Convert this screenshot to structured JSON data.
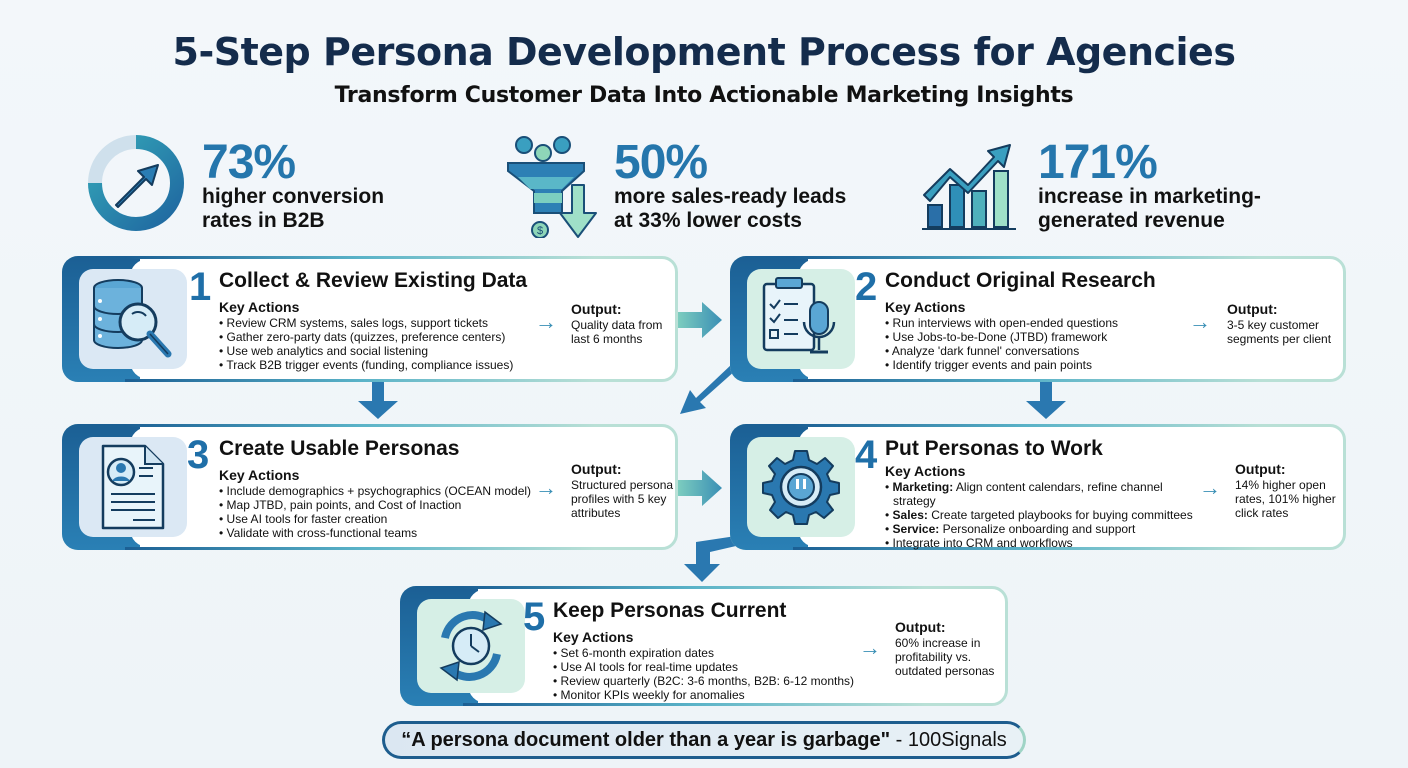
{
  "header": {
    "title": "5-Step Persona Development Process for Agencies",
    "subtitle": "Transform Customer Data Into Actionable Marketing Insights"
  },
  "stats": [
    {
      "icon": "donut-arrow-icon",
      "value": "73%",
      "line1": "higher conversion",
      "line2": "rates in B2B"
    },
    {
      "icon": "funnel-icon",
      "value": "50%",
      "line1": "more sales-ready leads",
      "line2": "at 33% lower costs"
    },
    {
      "icon": "growth-chart-icon",
      "value": "171%",
      "line1": "increase in marketing-",
      "line2": "generated revenue"
    }
  ],
  "steps": [
    {
      "number": "1",
      "title": "Collect & Review Existing Data",
      "icon": "database-search-icon",
      "key_actions_label": "Key Actions",
      "actions": [
        {
          "text": "Review CRM systems, sales logs, support tickets"
        },
        {
          "text": "Gather zero-party dats (quizzes, preference centers)"
        },
        {
          "text": "Use web analytics and social listening"
        },
        {
          "text": "Track B2B trigger events (funding, compliance issues)"
        }
      ],
      "output_label": "Output:",
      "output_line1": "Quality data from",
      "output_line2": "last 6 months",
      "output_line3": ""
    },
    {
      "number": "2",
      "title": "Conduct Original Research",
      "icon": "clipboard-microphone-icon",
      "key_actions_label": "Key Actions",
      "actions": [
        {
          "text": "Run interviews with open-ended questions"
        },
        {
          "text": "Use Jobs-to-be-Done (JTBD) framework"
        },
        {
          "text": "Analyze 'dark funnel' conversations"
        },
        {
          "text": "Identify trigger events and pain points"
        }
      ],
      "output_label": "Output:",
      "output_line1": "3-5 key customer",
      "output_line2": "segments per client",
      "output_line3": ""
    },
    {
      "number": "3",
      "title": "Create Usable Personas",
      "icon": "persona-document-icon",
      "key_actions_label": "Key Actions",
      "actions": [
        {
          "text": "Include demographics + psychographics (OCEAN model)"
        },
        {
          "text": "Map JTBD, pain points, and Cost of Inaction"
        },
        {
          "text": "Use AI tools for faster creation"
        },
        {
          "text": "Validate with cross-functional teams"
        }
      ],
      "output_label": "Output:",
      "output_line1": "Structured persona",
      "output_line2": "profiles with 5 key",
      "output_line3": "attributes"
    },
    {
      "number": "4",
      "title": "Put Personas to Work",
      "icon": "gear-icon",
      "key_actions_label": "Key Actions",
      "actions": [
        {
          "prefix": "Marketing:",
          "text": " Align content calendars, refine channel"
        },
        {
          "prefix": "",
          "text": "strategy",
          "continuation": true
        },
        {
          "prefix": "Sales:",
          "text": " Create targeted playbooks for buying committees"
        },
        {
          "prefix": "Service:",
          "text": " Personalize onboarding and support"
        },
        {
          "prefix": "",
          "text": "Integrate into CRM and workflows"
        }
      ],
      "output_label": "Output:",
      "output_line1": "14% higher open",
      "output_line2": "rates, 101% higher",
      "output_line3": "click rates"
    },
    {
      "number": "5",
      "title": "Keep Personas Current",
      "icon": "refresh-clock-icon",
      "key_actions_label": "Key Actions",
      "actions": [
        {
          "text": "Set 6-month expiration dates"
        },
        {
          "text": "Use AI tools for real-time updates"
        },
        {
          "text": "Review quarterly (B2C: 3-6 months, B2B: 6-12 months)"
        },
        {
          "text": "Monitor KPIs weekly for anomalies"
        }
      ],
      "output_label": "Output:",
      "output_line1": "60% increase in",
      "output_line2": "profitability vs.",
      "output_line3": "outdated personas"
    }
  ],
  "quote": {
    "text": "“A persona document older than a year is garbage\"",
    "source": " - 100Signals"
  },
  "colors": {
    "navy": "#142c4c",
    "primary_blue": "#2576ac",
    "dark_blue": "#1b5f94",
    "teal": "#3a9fb0",
    "mint": "#b9e0d6"
  }
}
